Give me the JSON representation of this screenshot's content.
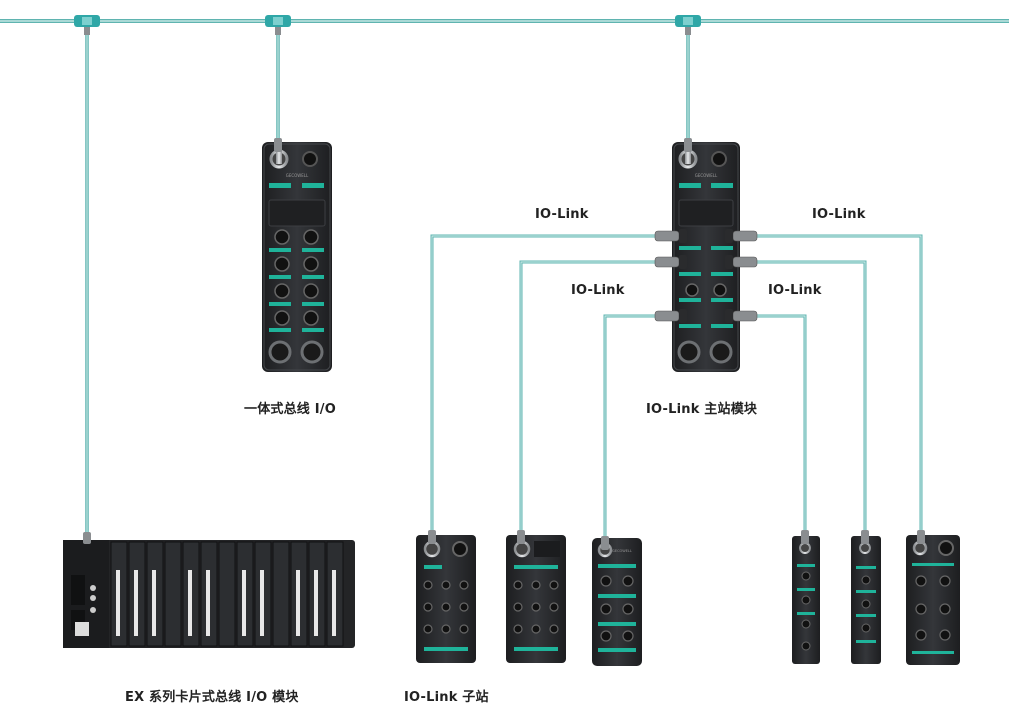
{
  "labels": {
    "compact_io": "一体式总线 I/O",
    "master_module": "IO-Link 主站模块",
    "ex_series": "EX 系列卡片式总线 I/O 模块",
    "slave": "IO-Link 子站",
    "iolink_top_left": "IO-Link",
    "iolink_top_right": "IO-Link",
    "iolink_mid_left": "IO-Link",
    "iolink_mid_right": "IO-Link"
  },
  "device_brand": "GECOWELL",
  "colors": {
    "cable": "#5fb4b0",
    "cable_light": "#bfe3e0",
    "accent": "#1fb39a",
    "device_body": "#2a2b2d",
    "device_dark": "#151617",
    "bus_tee": "#2fa7a7"
  }
}
